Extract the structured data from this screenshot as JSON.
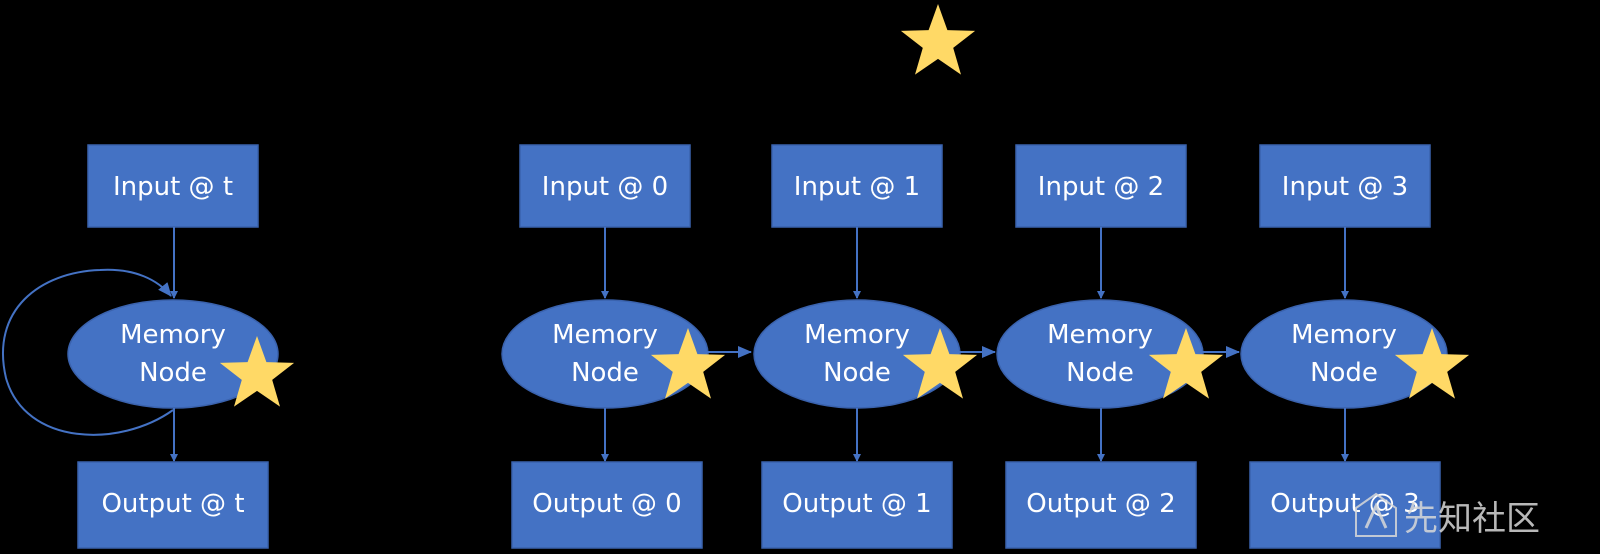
{
  "colors": {
    "background": "#000000",
    "node_fill": "#4472c4",
    "node_stroke": "#3a62ad",
    "arrow": "#4472c4",
    "star": "#ffd966",
    "text": "#ffffff"
  },
  "folded": {
    "input_label": "Input @ t",
    "memory_line1": "Memory",
    "memory_line2": "Node",
    "output_label": "Output @ t"
  },
  "unrolled": [
    {
      "input_label": "Input @ 0",
      "memory_line1": "Memory",
      "memory_line2": "Node",
      "output_label": "Output @ 0"
    },
    {
      "input_label": "Input @ 1",
      "memory_line1": "Memory",
      "memory_line2": "Node",
      "output_label": "Output @ 1"
    },
    {
      "input_label": "Input @ 2",
      "memory_line1": "Memory",
      "memory_line2": "Node",
      "output_label": "Output @ 2"
    },
    {
      "input_label": "Input @ 3",
      "memory_line1": "Memory",
      "memory_line2": "Node",
      "output_label": "Output @ 3"
    }
  ],
  "icons": {
    "star": "star-icon",
    "self_loop": "loop-arrow",
    "watermark_logo": "xianzhi-logo-icon"
  },
  "watermark": {
    "text": "先知社区"
  }
}
